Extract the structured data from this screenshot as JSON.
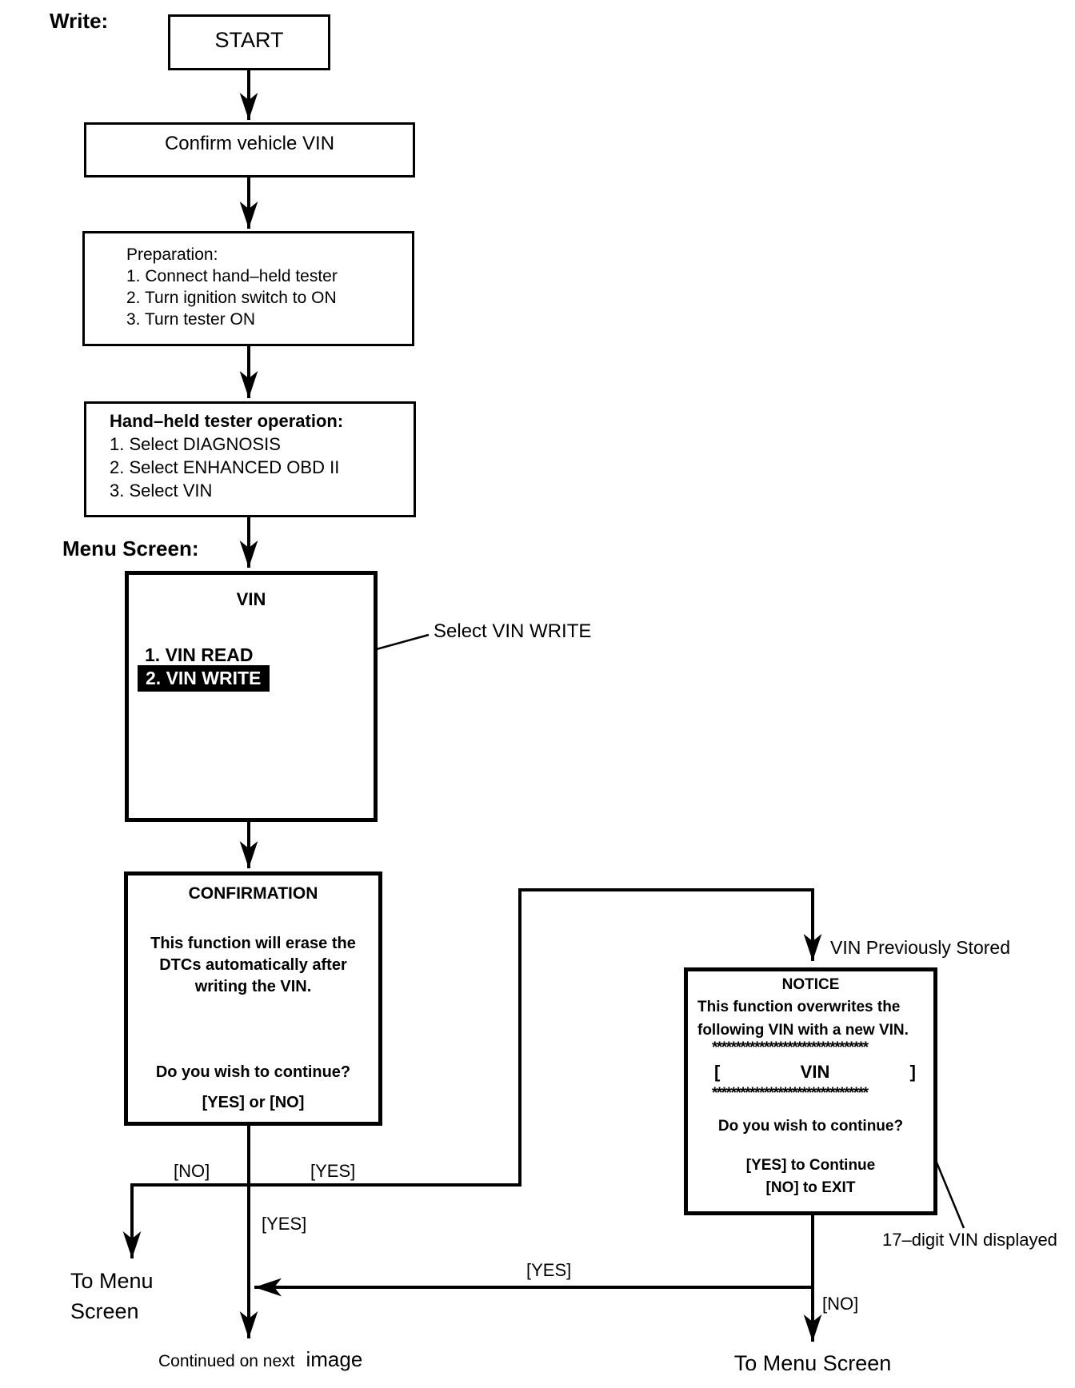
{
  "labels": {
    "write": "Write:",
    "menu_screen": "Menu Screen:",
    "select_vin_write": "Select VIN WRITE",
    "vin_previously_stored": "VIN Previously Stored",
    "no_confirmation": "[NO]",
    "yes_confirmation": "[YES]",
    "yes_down": "[YES]",
    "yes_return": "[YES]",
    "no_notice": "[NO]",
    "to_menu_left_line1": "To Menu",
    "to_menu_left_line2": "Screen",
    "continued_prefix": "Continued on next",
    "continued_suffix": "image",
    "seventeen_digit": "17–digit VIN displayed",
    "to_menu_screen_right": "To Menu Screen"
  },
  "nodes": {
    "start": {
      "label": "START"
    },
    "confirm_vin": {
      "label": "Confirm vehicle VIN"
    },
    "preparation": {
      "title": "Preparation:",
      "items": [
        "1. Connect hand–held tester",
        "2. Turn ignition switch to ON",
        "3. Turn tester ON"
      ]
    },
    "tester_operation": {
      "title": "Hand–held tester operation:",
      "items": [
        "1. Select DIAGNOSIS",
        "2. Select ENHANCED OBD II",
        "3. Select VIN"
      ]
    },
    "vin_menu": {
      "title": "VIN",
      "item1": "1. VIN READ",
      "item2": "2. VIN WRITE"
    },
    "confirmation": {
      "title": "CONFIRMATION",
      "line1": "This function will erase the",
      "line2": "DTCs automatically after",
      "line3": "writing the VIN.",
      "question": "Do you wish to continue?",
      "options": "[YES] or [NO]"
    },
    "notice": {
      "title": "NOTICE",
      "line1": "This function overwrites the",
      "line2": "following VIN with a new VIN.",
      "stars": "*********************************",
      "bracket_open": "[",
      "vin": "VIN",
      "bracket_close": "]",
      "question": "Do you wish to continue?",
      "yes_option": "[YES] to Continue",
      "no_option": "[NO] to EXIT"
    }
  }
}
